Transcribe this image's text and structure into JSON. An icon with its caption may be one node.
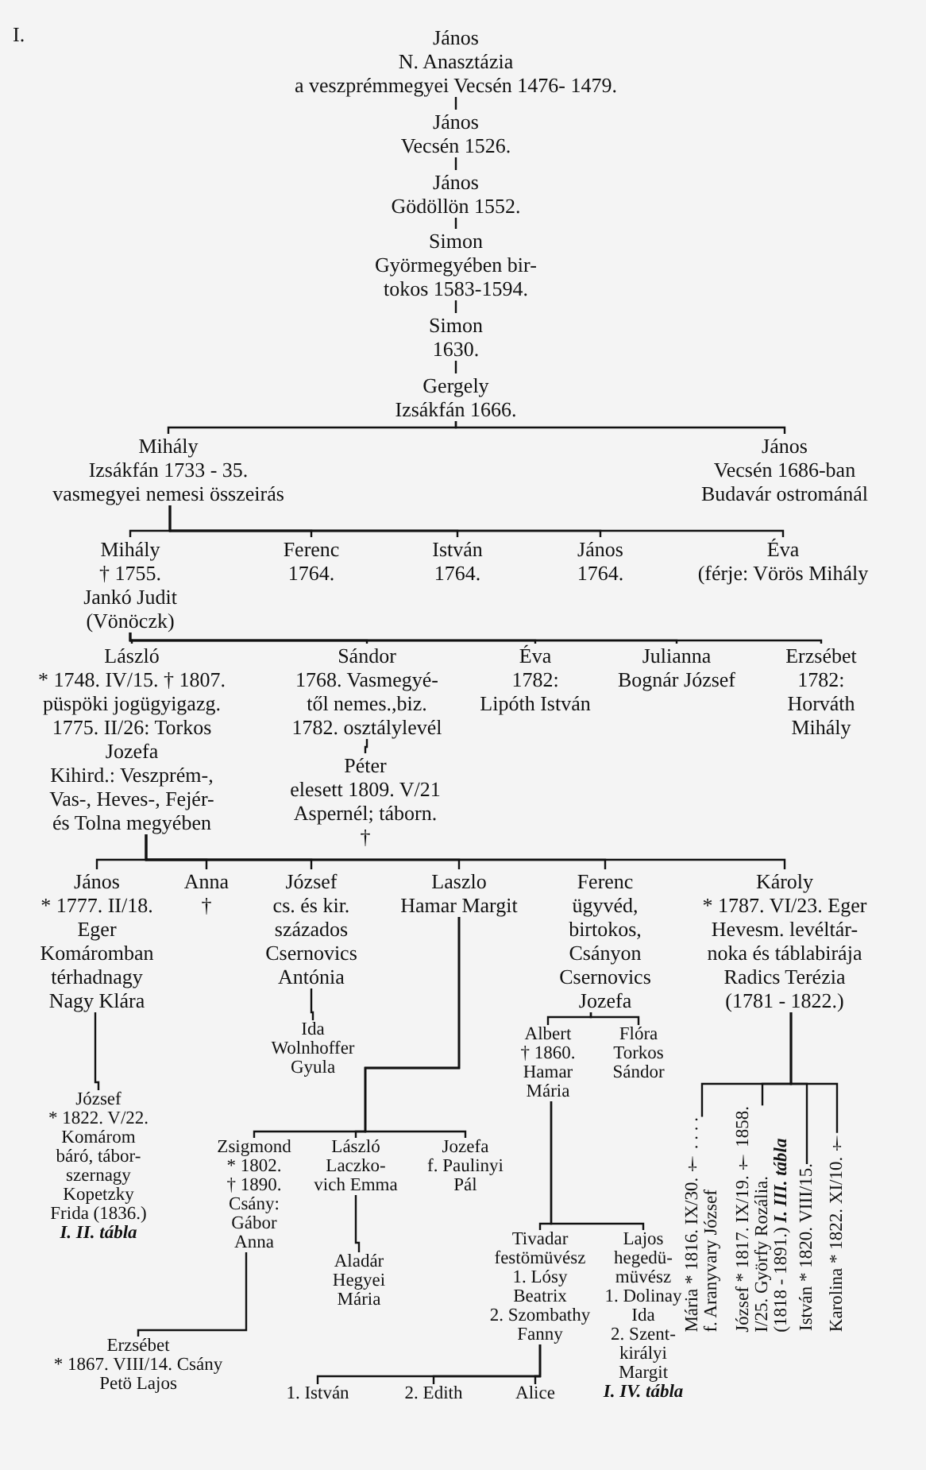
{
  "diagram": {
    "nodes": [
      {
        "text": [
          "János",
          "N. Anasztázia",
          "a veszprémmegyei Vecsén 1476- 1479."
        ]
      },
      {
        "text": [
          "János",
          "Vecsén 1526."
        ]
      },
      {
        "text": [
          "János",
          "Gödöllön 1552."
        ]
      },
      {
        "text": [
          "Simon",
          "Györmegyében bir-",
          "tokos 1583-1594."
        ]
      },
      {
        "text": [
          "Simon",
          "1630."
        ]
      },
      {
        "text": [
          "Gergely",
          "Izsákfán 1666."
        ]
      },
      {
        "text": [
          "Mihály",
          "Izsákfán 1733 - 35.",
          "vasmegyei nemesi összeirás"
        ]
      },
      {
        "text": [
          "János",
          "Vecsén 1686-ban",
          "Budavár ostrománál"
        ]
      },
      {
        "text": [
          "Mihály",
          "† 1755.",
          "Jankó Judit",
          "(Vönöczk)"
        ]
      },
      {
        "text": [
          "Ferenc",
          "1764."
        ]
      },
      {
        "text": [
          "István",
          "1764."
        ]
      },
      {
        "text": [
          "János",
          "1764."
        ]
      },
      {
        "text": [
          "Éva",
          "(férje: Vörös Mihály"
        ]
      },
      {
        "text": [
          "László",
          "* 1748. IV/15. † 1807.",
          "püspöki jogügyigazg.",
          "1775. II/26: Torkos",
          "Jozefa",
          "Kihird.: Veszprém-,",
          "Vas-, Heves-, Fejér-",
          "és Tolna megyében"
        ]
      },
      {
        "text": [
          "Sándor",
          "1768. Vasmegyé-",
          "től nemes.,biz.",
          "1782. osztálylevél"
        ]
      },
      {
        "text": [
          "Éva",
          "1782:",
          "Lipóth István"
        ]
      },
      {
        "text": [
          "Julianna",
          "Bognár József"
        ]
      },
      {
        "text": [
          "Erzsébet",
          "1782:",
          "Horváth",
          "Mihály"
        ]
      },
      {
        "text": [
          "Péter",
          "elesett 1809. V/21",
          "Aspernél; táborn.",
          "†"
        ]
      },
      {
        "text": [
          "János",
          "* 1777. II/18.",
          "Eger",
          "Komáromban",
          "térhadnagy",
          "Nagy Klára"
        ]
      },
      {
        "text": [
          "Anna",
          "†"
        ]
      },
      {
        "text": [
          "József",
          "cs. és kir.",
          "százados",
          "Csernovics",
          "Antónia"
        ]
      },
      {
        "text": [
          "Laszlo",
          "Hamar Margit"
        ]
      },
      {
        "text": [
          "Ferenc",
          "ügyvéd,",
          "birtokos,",
          "Csányon",
          "Csernovics",
          "Jozefa"
        ]
      },
      {
        "text": [
          "Károly",
          "* 1787. VI/23. Eger",
          "Hevesm. levéltár-",
          "noka és táblabirája",
          "Radics Terézia",
          "(1781 - 1822.)"
        ]
      },
      {
        "text": [
          "Ida",
          "Wolnhoffer",
          "Gyula"
        ]
      },
      {
        "text": [
          "Albert",
          "† 1860.",
          "Hamar",
          "Mária"
        ]
      },
      {
        "text": [
          "Flóra",
          "Torkos",
          "Sándor"
        ]
      },
      {
        "text": [
          "József",
          "* 1822. V/22.",
          "Komárom",
          "báró, tábor-",
          "szernagy",
          "Kopetzky",
          "Frida (1836.)"
        ],
        "beside": [
          "I. II. tábla"
        ]
      },
      {
        "text": [
          "Zsigmond",
          "* 1802.",
          "† 1890.",
          "Csány:",
          "Gábor",
          "Anna"
        ]
      },
      {
        "text": [
          "László",
          "Laczko-",
          "vich Emma"
        ]
      },
      {
        "text": [
          "Jozefa",
          "f. Paulinyi",
          "Pál"
        ]
      },
      {
        "text": [
          "Tivadar",
          "festömüvész",
          "1. Lósy",
          "Beatrix",
          "2. Szombathy",
          "Fanny"
        ]
      },
      {
        "text": [
          "Lajos",
          "hegedü-",
          "müvész",
          "1. Dolinay",
          "Ida",
          "2. Szent-",
          "királyi",
          "Margit"
        ],
        "beside": [
          "I. IV. tábla"
        ]
      },
      {
        "text": [
          "Aladár",
          "Hegyei",
          "Mária"
        ]
      },
      {
        "text": [
          "Erzsébet",
          "* 1867. VIII/14. Csány",
          "Petö Lajos"
        ]
      },
      {
        "text": [
          "1. István"
        ]
      },
      {
        "text": [
          "2. Edith"
        ]
      },
      {
        "text": [
          "Alice"
        ]
      },
      {
        "text": [
          "Mária * 1816. IX/30. † . . . .",
          "f. Aranyvary József"
        ]
      },
      {
        "text": [
          "József * 1817. IX/19. † 1858.",
          "I/25. Györfy Rozália.",
          "(1818 - 1891.)"
        ],
        "beside": [
          "I. III. tábla"
        ]
      },
      {
        "text": [
          "István * 1820. VIII/15."
        ]
      },
      {
        "text": [
          "Karolina * 1822. XI/10. †"
        ]
      }
    ],
    "edges": [
      {
        "from": 0,
        "to": 1,
        "arrow": "none"
      },
      {
        "from": 1,
        "to": 2,
        "arrow": "none"
      },
      {
        "from": 2,
        "to": 3,
        "arrow": "none"
      },
      {
        "from": 3,
        "to": 4,
        "arrow": "none"
      },
      {
        "from": 4,
        "to": 5,
        "arrow": "none"
      },
      {
        "from": 5,
        "to": 6,
        "arrow": "none"
      },
      {
        "from": 5,
        "to": 7,
        "arrow": "none"
      },
      {
        "from": 6,
        "to": 8,
        "arrow": "none"
      },
      {
        "from": 6,
        "to": 9,
        "arrow": "none"
      },
      {
        "from": 6,
        "to": 10,
        "arrow": "none"
      },
      {
        "from": 6,
        "to": 11,
        "arrow": "none"
      },
      {
        "from": 6,
        "to": 12,
        "arrow": "none"
      },
      {
        "from": 8,
        "to": 13,
        "arrow": "none"
      },
      {
        "from": 8,
        "to": 14,
        "arrow": "none"
      },
      {
        "from": 8,
        "to": 15,
        "arrow": "none"
      },
      {
        "from": 8,
        "to": 16,
        "arrow": "none"
      },
      {
        "from": 8,
        "to": 17,
        "arrow": "none"
      },
      {
        "from": 14,
        "to": 18,
        "arrow": "none"
      },
      {
        "from": 13,
        "to": 19,
        "arrow": "none"
      },
      {
        "from": 13,
        "to": 20,
        "arrow": "none"
      },
      {
        "from": 13,
        "to": 21,
        "arrow": "none"
      },
      {
        "from": 13,
        "to": 22,
        "arrow": "none"
      },
      {
        "from": 13,
        "to": 23,
        "arrow": "none"
      },
      {
        "from": 13,
        "to": 24,
        "arrow": "none"
      },
      {
        "from": 21,
        "to": 25,
        "arrow": "none"
      },
      {
        "from": 23,
        "to": 26,
        "arrow": "none"
      },
      {
        "from": 23,
        "to": 27,
        "arrow": "none"
      },
      {
        "from": 19,
        "to": 28,
        "arrow": "none"
      },
      {
        "from": 22,
        "to": 29,
        "arrow": "none"
      },
      {
        "from": 22,
        "to": 30,
        "arrow": "none"
      },
      {
        "from": 22,
        "to": 31,
        "arrow": "none"
      },
      {
        "from": 26,
        "to": 32,
        "arrow": "none"
      },
      {
        "from": 26,
        "to": 33,
        "arrow": "none"
      },
      {
        "from": 30,
        "to": 34,
        "arrow": "none"
      },
      {
        "from": 29,
        "to": 35,
        "arrow": "none"
      },
      {
        "from": 32,
        "to": 36,
        "arrow": "none"
      },
      {
        "from": 32,
        "to": 37,
        "arrow": "none"
      },
      {
        "from": 32,
        "to": 38,
        "arrow": "none"
      },
      {
        "from": 24,
        "to": 39,
        "arrow": "none"
      },
      {
        "from": 24,
        "to": 40,
        "arrow": "none"
      },
      {
        "from": 24,
        "to": 41,
        "arrow": "none"
      },
      {
        "from": 24,
        "to": 42,
        "arrow": "none"
      }
    ],
    "labels": [
      "I."
    ]
  }
}
